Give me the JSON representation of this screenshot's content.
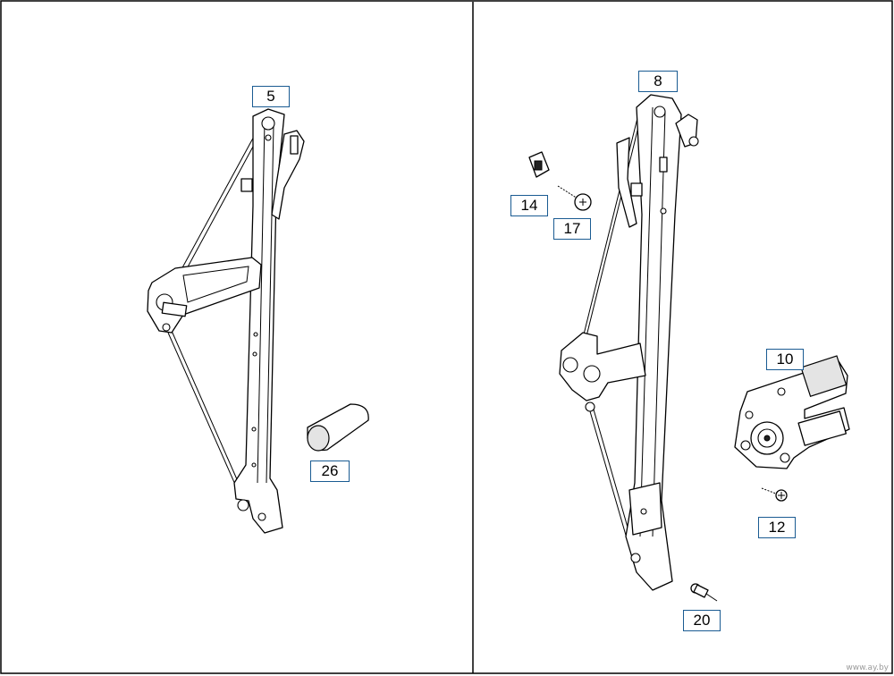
{
  "callouts": {
    "c5": "5",
    "c26": "26",
    "c8": "8",
    "c14": "14",
    "c17": "17",
    "c10": "10",
    "c12": "12",
    "c20": "20"
  },
  "watermark": "www.ay.by",
  "colors": {
    "callout_border": "#1a5b92",
    "frame": "#000000"
  }
}
